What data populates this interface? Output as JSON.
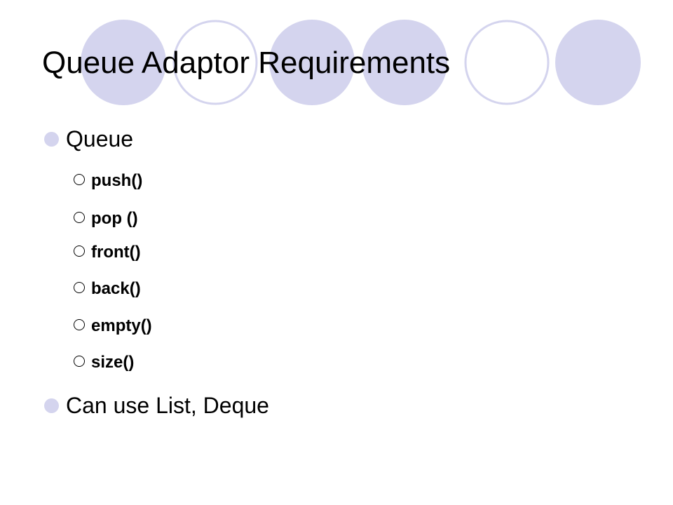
{
  "slide": {
    "title": "Queue Adaptor Requirements",
    "bullets": [
      {
        "text": "Queue",
        "subitems": [
          "push()",
          "pop ()",
          "front()",
          "back()",
          "empty()",
          "size()"
        ]
      },
      {
        "text": "Can use List, Deque",
        "subitems": []
      }
    ]
  },
  "colors": {
    "accent": "#d4d4ee",
    "ring_outline": "#d4d4ee",
    "text": "#000000",
    "background": "#ffffff"
  }
}
